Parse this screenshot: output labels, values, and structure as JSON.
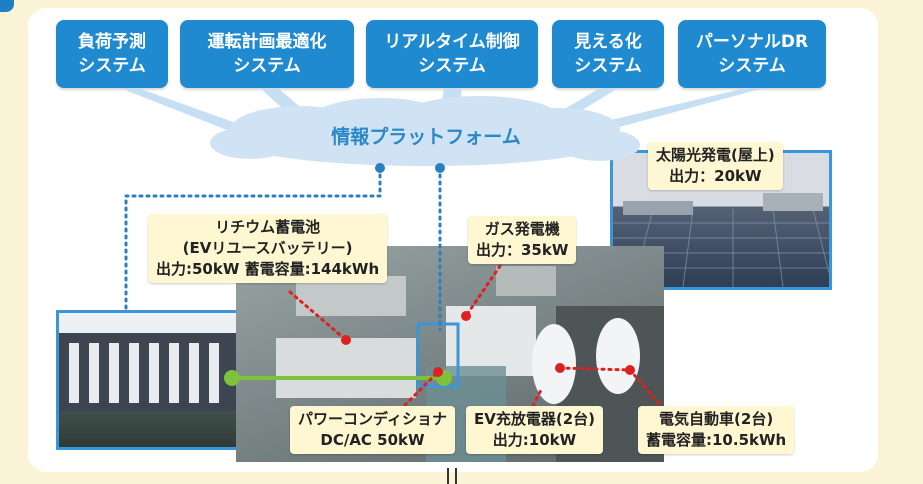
{
  "systems": [
    {
      "line1": "負荷予測",
      "line2": "システム"
    },
    {
      "line1": "運転計画最適化",
      "line2": "システム"
    },
    {
      "line1": "リアルタイム制御",
      "line2": "システム"
    },
    {
      "line1": "見える化",
      "line2": "システム"
    },
    {
      "line1": "パーソナルDR",
      "line2": "システム"
    }
  ],
  "platform": {
    "label": "情報プラットフォーム"
  },
  "labels": {
    "solar": {
      "line1": "太陽光発電(屋上)",
      "line2": "出力：20kW"
    },
    "battery": {
      "line1": "リチウム蓄電池",
      "line2": "(EVリユースバッテリー)",
      "line3": "出力:50kW  蓄電容量:144kWh"
    },
    "gas": {
      "line1": "ガス発電機",
      "line2": "出力：35kW"
    },
    "pcs": {
      "line1": "パワーコンディショナ",
      "line2": "DC/AC 50kW"
    },
    "ev_charger": {
      "line1": "EV充放電器(2台)",
      "line2": "出力:10kW"
    },
    "ev_car": {
      "line1": "電気自動車(2台)",
      "line2": "蓄電容量:10.5kWh"
    }
  },
  "colors": {
    "system_box": "#1f8ad0",
    "label_bg": "#fff7d2",
    "panel_bg": "#fbf3d6",
    "connector_dots": "#2a7fc0",
    "red_leader": "#e02020",
    "green_line": "#7cc23a"
  }
}
